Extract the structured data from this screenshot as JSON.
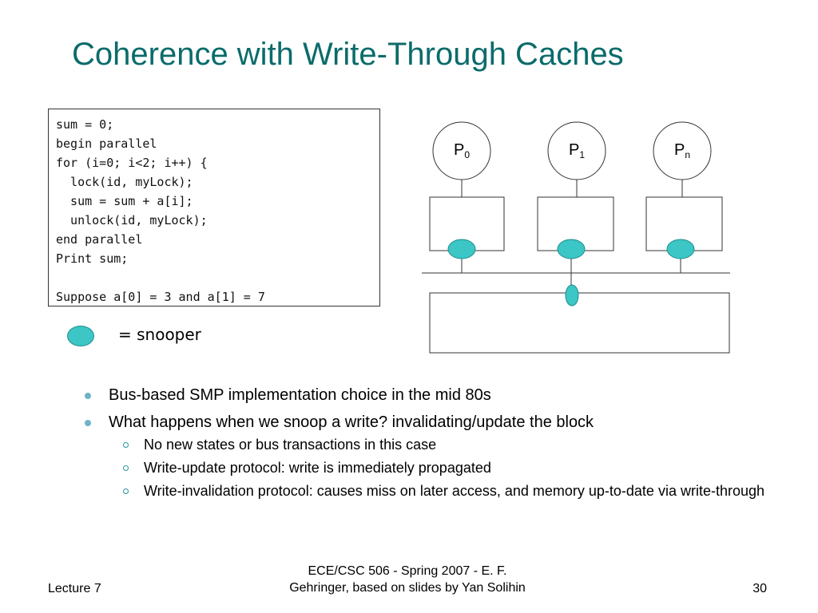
{
  "title": "Coherence with Write-Through Caches",
  "code": {
    "lines": [
      "sum = 0;",
      "begin parallel",
      "for (i=0; i<2; i++) {",
      "  lock(id, myLock);",
      "  sum = sum + a[i];",
      "  unlock(id, myLock);",
      "end parallel",
      "Print sum;",
      "",
      "Suppose a[0] = 3 and a[1] = 7"
    ]
  },
  "legend": {
    "text": "= snooper",
    "icon": "snooper-oval-icon",
    "color": "#3cc6c6"
  },
  "diagram": {
    "processors": [
      {
        "base": "P",
        "sub": "0"
      },
      {
        "base": "P",
        "sub": "1"
      },
      {
        "base": "P",
        "sub": "n"
      }
    ]
  },
  "bullets": [
    {
      "text": "Bus-based SMP implementation choice in the mid 80s",
      "children": []
    },
    {
      "text": "What happens when we snoop a write? invalidating/update the block",
      "children": [
        "No new states or bus transactions in this case",
        "Write-update protocol: write is immediately propagated",
        "Write-invalidation protocol: causes miss on later access, and memory up-to-date via write-through"
      ]
    }
  ],
  "footer": {
    "left": "Lecture 7",
    "center_line1": "ECE/CSC 506 - Spring 2007 - E. F.",
    "center_line2": "Gehringer, based on slides by Yan Solihin",
    "right": "30"
  },
  "colors": {
    "title": "#0b6b6b",
    "snooper": "#3cc6c6",
    "bullet": "#6fb3c7"
  }
}
